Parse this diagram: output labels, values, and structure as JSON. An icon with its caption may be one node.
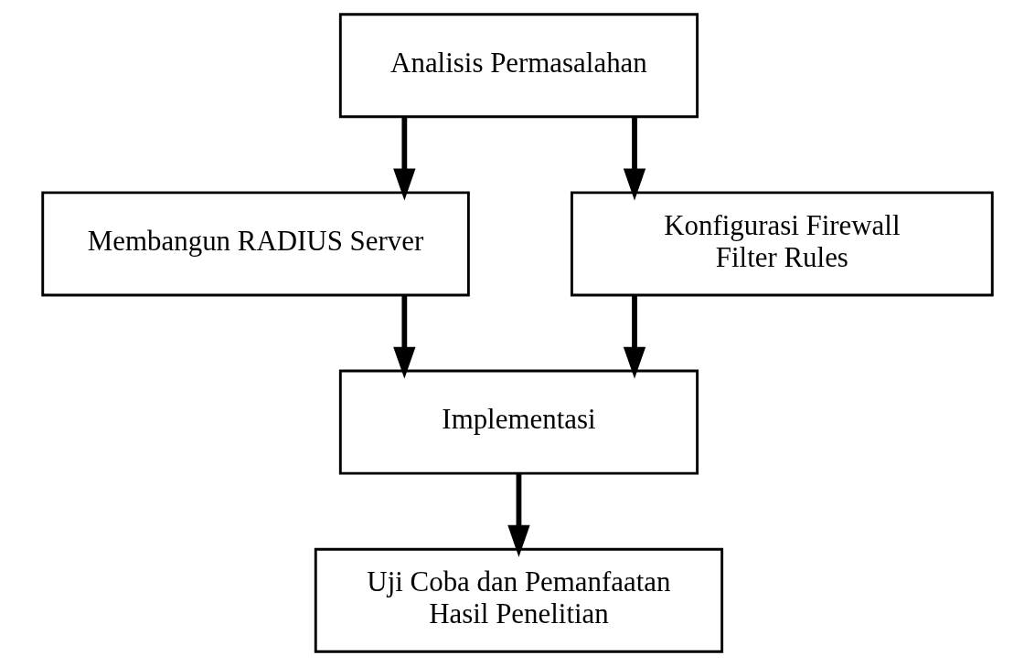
{
  "diagram": {
    "nodes": [
      {
        "text": [
          "Analisis Permasalahan"
        ]
      },
      {
        "text": [
          "Membangun RADIUS Server"
        ]
      },
      {
        "text": [
          "Konfigurasi Firewall Filter Rules"
        ]
      },
      {
        "text": [
          "Implementasi"
        ]
      },
      {
        "text": [
          "Uji Coba dan Pemanfaatan Hasil Penelitian"
        ]
      }
    ],
    "edges": [
      {
        "from": 0,
        "to": 1,
        "arrow": "to"
      },
      {
        "from": 0,
        "to": 2,
        "arrow": "to"
      },
      {
        "from": 1,
        "to": 3,
        "arrow": "to"
      },
      {
        "from": 2,
        "to": 3,
        "arrow": "to"
      },
      {
        "from": 3,
        "to": 4,
        "arrow": "to"
      }
    ]
  }
}
